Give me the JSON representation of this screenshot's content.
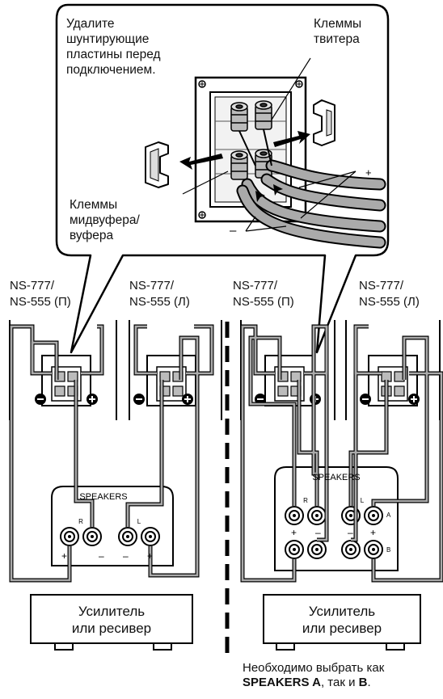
{
  "callout": {
    "remove_plates": [
      "Удалите",
      "шунтирующие",
      "пластины перед",
      "подключением."
    ],
    "tweeter_terminals": [
      "Клеммы",
      "твитера"
    ],
    "woofer_terminals": [
      "Клеммы",
      "мидвуфера/",
      "вуфера"
    ],
    "plus": "+",
    "minus": "–"
  },
  "left_setup": {
    "speaker_right": [
      "NS-777/",
      "NS-555 (П)"
    ],
    "speaker_left": [
      "NS-777/",
      "NS-555 (Л)"
    ],
    "amp_panel": {
      "title": "SPEAKERS",
      "r": "R",
      "l": "L",
      "plus": "+",
      "minus": "–"
    },
    "amp_label": [
      "Усилитель",
      "или ресивер"
    ]
  },
  "right_setup": {
    "speaker_right": [
      "NS-777/",
      "NS-555 (П)"
    ],
    "speaker_left": [
      "NS-777/",
      "NS-555 (Л)"
    ],
    "amp_panel": {
      "title": "SPEAKERS",
      "r": "R",
      "l": "L",
      "a": "A",
      "b": "B",
      "plus": "+",
      "minus": "–"
    },
    "amp_label": [
      "Усилитель",
      "или ресивер"
    ]
  },
  "note": {
    "line1": "Необходимо выбрать как",
    "speakers_a": "SPEAKERS A",
    "mid": ", так и ",
    "b": "B",
    "end": "."
  }
}
